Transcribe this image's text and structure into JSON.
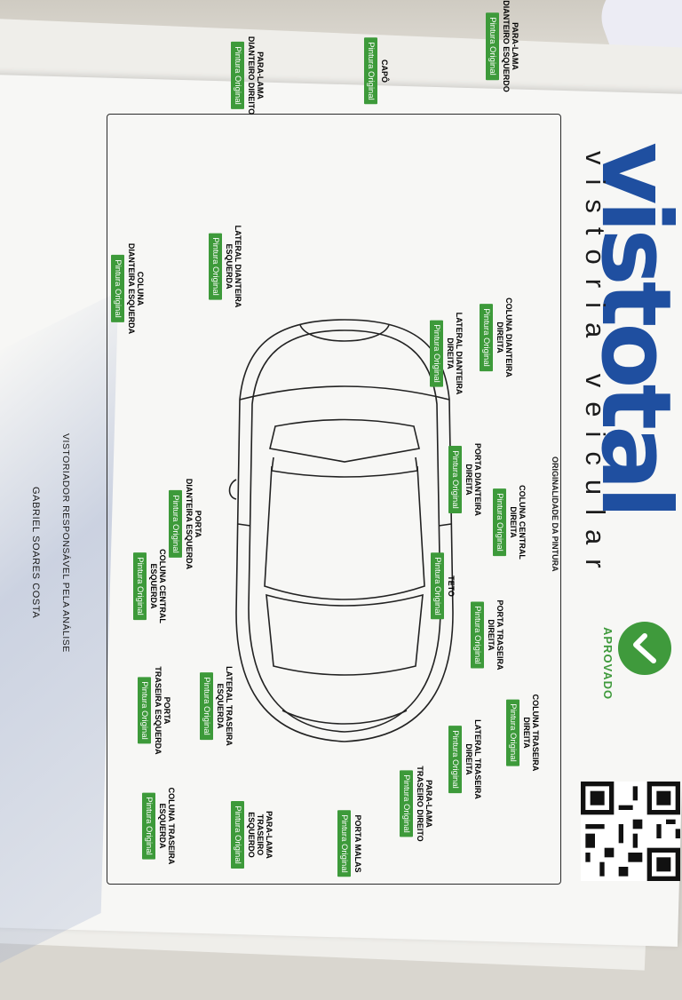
{
  "header": {
    "logo": "vistotal",
    "subtitle": "vistoria veicular",
    "status": "APROVADO"
  },
  "section": {
    "title": "ORIGINALIDADE DA PINTURA"
  },
  "parts": [
    {
      "name": "PARA-LAMA\nDIANTEIRO ESQUERDO",
      "status": "Pintura Original"
    },
    {
      "name": "CAPÔ",
      "status": "Pintura Original"
    },
    {
      "name": "PARA-LAMA\nDIANTEIRO DIREITO",
      "status": "Pintura Original"
    },
    {
      "name": "LATERAL DIANTEIRA\nESQUERDA",
      "status": "Pintura Original"
    },
    {
      "name": "COLUNA\nDIANTEIRA ESQUERDA",
      "status": "Pintura Original"
    },
    {
      "name": "COLUNA DIANTEIRA\nDIREITA",
      "status": "Pintura Original"
    },
    {
      "name": "LATERAL DIANTEIRA\nDIREITA",
      "status": "Pintura Original"
    },
    {
      "name": "PORTA DIANTEIRA\nDIREITA",
      "status": "Pintura Original"
    },
    {
      "name": "COLUNA CENTRAL\nDIREITA",
      "status": "Pintura Original"
    },
    {
      "name": "PORTA\nDIANTEIRA ESQUERDA",
      "status": "Pintura Original"
    },
    {
      "name": "COLUNA CENTRAL\nESQUERDA",
      "status": "Pintura Original"
    },
    {
      "name": "TETO",
      "status": "Pintura Original"
    },
    {
      "name": "PORTA TRASEIRA\nDIREITA",
      "status": "Pintura Original"
    },
    {
      "name": "LATERAL TRASEIRA\nESQUERDA",
      "status": "Pintura Original"
    },
    {
      "name": "PORTA\nTRASEIRA ESQUERDA",
      "status": "Pintura Original"
    },
    {
      "name": "COLUNA TRASEIRA\nDIREITA",
      "status": "Pintura Original"
    },
    {
      "name": "LATERAL TRASEIRA\nDIREITA",
      "status": "Pintura Original"
    },
    {
      "name": "PARA-LAMA\nTRASEIRO DIREITO",
      "status": "Pintura Original"
    },
    {
      "name": "PORTA MALAS",
      "status": "Pintura Original"
    },
    {
      "name": "PARA-LAMA\nTRASEIRO ESQUERDO",
      "status": "Pintura Original"
    },
    {
      "name": "COLUNA TRASEIRA\nESQUERDA",
      "status": "Pintura Original"
    }
  ],
  "footer": {
    "label": "VISTORIADOR RESPONSÁVEL PELA ANÁLISE",
    "name": "GABRIEL SOARES COSTA"
  }
}
